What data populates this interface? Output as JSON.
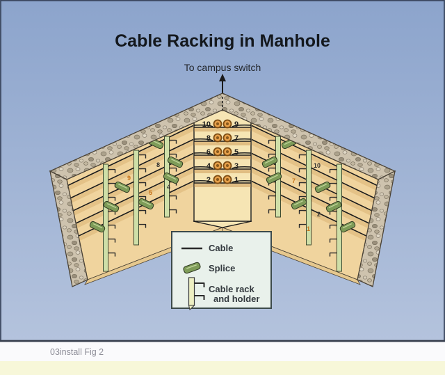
{
  "title": "Cable Racking in Manhole",
  "subtitle": "To campus switch",
  "figure_caption": "03install Fig 2",
  "center_panel": {
    "rows": [
      {
        "left": "10",
        "right": "9"
      },
      {
        "left": "8",
        "right": "7"
      },
      {
        "left": "6",
        "right": "5"
      },
      {
        "left": "4",
        "right": "3"
      },
      {
        "left": "2",
        "right": "1"
      }
    ]
  },
  "wall_labels": {
    "left": [
      {
        "text": "9"
      },
      {
        "text": "8"
      },
      {
        "text": "5"
      },
      {
        "text": "4"
      }
    ],
    "right": [
      {
        "text": "10"
      },
      {
        "text": "7"
      },
      {
        "text": "2"
      },
      {
        "text": "1"
      }
    ]
  },
  "legend": {
    "cable_label": "Cable",
    "splice_label": "Splice",
    "rack_label_line1": "Cable rack",
    "rack_label_line2": "and holder"
  },
  "colors": {
    "background_top": "#8CA4CC",
    "background_bottom": "#B4C3DD",
    "wall_tan": "#F0D49E",
    "panel_tan": "#F6E5B4",
    "stone": "#CEC3AE",
    "cable_black": "#1C1C1C",
    "splice_green": "#7E9C58",
    "rack_green": "#CFDFA8",
    "ring_orange": "#E8A14B",
    "legend_background": "#E9F1EB",
    "footer_strip_yellow": "#F7F7D9"
  }
}
